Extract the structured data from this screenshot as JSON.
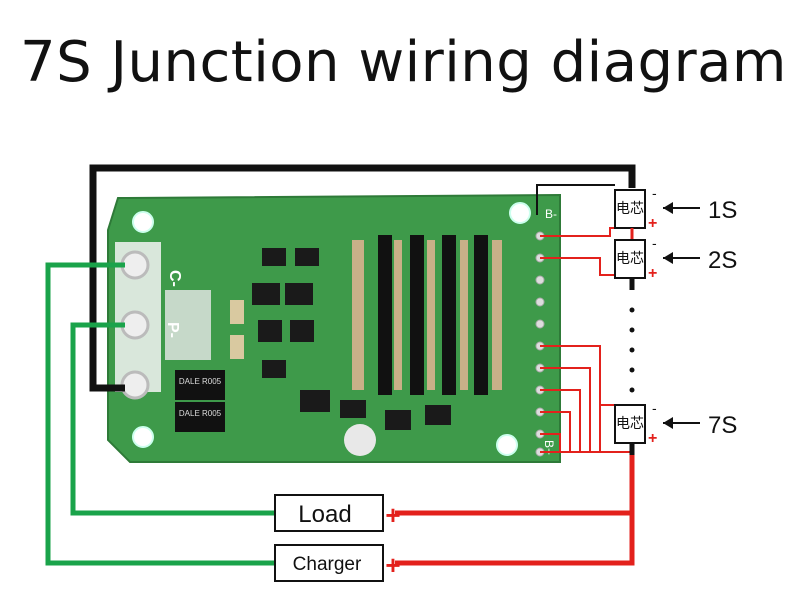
{
  "title": "7S Junction wiring diagram",
  "board": {
    "pads": [
      "C-",
      "P-",
      "B-"
    ],
    "silkscreen": [
      "B-",
      "B+"
    ],
    "resistors": [
      "DALE R005",
      "DALE R005"
    ]
  },
  "cells": [
    {
      "id": "1S",
      "chip": "电芯",
      "minus": "-",
      "plus": "+"
    },
    {
      "id": "2S",
      "chip": "电芯",
      "minus": "-",
      "plus": "+"
    },
    {
      "id": "7S",
      "chip": "电芯",
      "minus": "-",
      "plus": "+"
    }
  ],
  "terminals": {
    "load": {
      "label": "Load",
      "plus": "+"
    },
    "charger": {
      "label": "Charger",
      "plus": "+"
    }
  },
  "colors": {
    "board": "#3a9c4a",
    "wire_green": "#1aa34a",
    "wire_red": "#e3211c",
    "wire_black": "#111111"
  }
}
